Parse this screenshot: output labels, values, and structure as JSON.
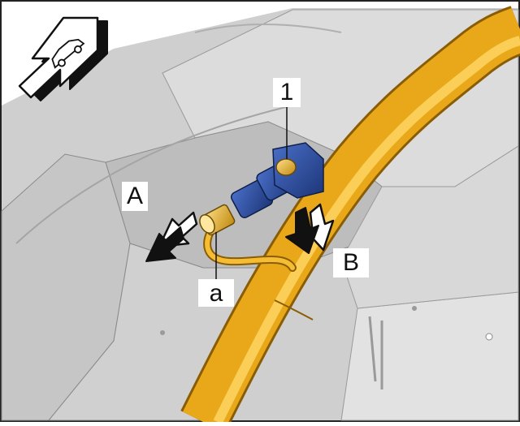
{
  "callouts": {
    "part_1": "1",
    "arrow_A": "A",
    "arrow_B": "B",
    "hose_a": "a"
  },
  "icons": {
    "direction": "vehicle-front-arrow-icon",
    "arrow_A": "arrow-down-left-icon",
    "arrow_B": "arrow-down-icon"
  },
  "colors": {
    "pipe": "#e8a81a",
    "connector": "#2c4d9e",
    "body_panel": "#d4d4d4"
  }
}
